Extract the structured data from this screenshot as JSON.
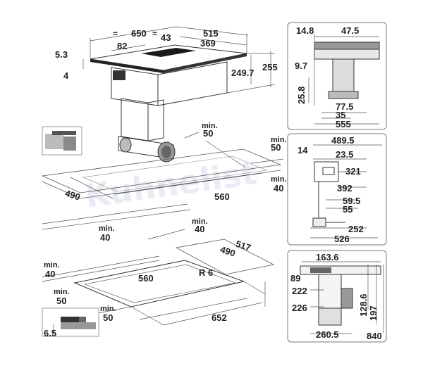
{
  "watermark": "Kuhnelist",
  "main": {
    "top": [
      "650",
      "43",
      "515",
      "82",
      "369",
      "5.3",
      "4",
      "249.7",
      "255"
    ],
    "minA": [
      "min.",
      "50"
    ],
    "minB": [
      "min.",
      "50"
    ],
    "minC": [
      "min.",
      "40"
    ],
    "cut1": [
      "490",
      "560"
    ],
    "minD": [
      "min.",
      "40"
    ],
    "minE": [
      "min.",
      "40"
    ],
    "cut2": [
      "517",
      "490",
      "560",
      "R 6",
      "652"
    ],
    "minF": [
      "min.",
      "40"
    ],
    "minG": [
      "min.",
      "50"
    ],
    "minH": [
      "min.",
      "50"
    ],
    "detail": "6.5"
  },
  "panel1": [
    "14.8",
    "47.5",
    "9.7",
    "25.8",
    "77.5",
    "35",
    "555"
  ],
  "panel2": [
    "489.5",
    "14",
    "23.5",
    "321",
    "392",
    "59.5",
    "55",
    "252",
    "526"
  ],
  "panel3": [
    "163.6",
    "89",
    "222",
    "226",
    "260.5",
    "128.6",
    "197",
    "840"
  ]
}
